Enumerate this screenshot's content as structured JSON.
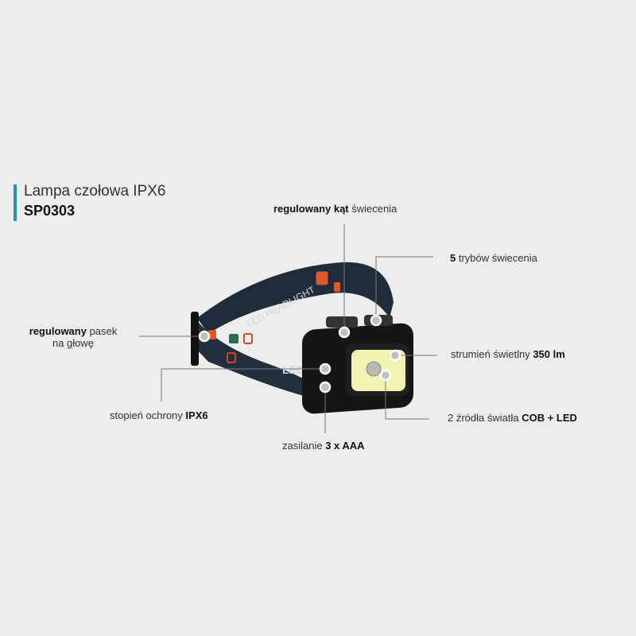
{
  "header": {
    "title": "Lampa czołowa IPX6",
    "code": "SP0303",
    "accent_color": "#1a9aa8"
  },
  "product": {
    "strap_text": "LED HEADLIGHT",
    "side_text": "LED"
  },
  "callouts": {
    "angle": {
      "bold": "regulowany kąt",
      "rest": " świecenia"
    },
    "modes": {
      "bold": "5",
      "rest": " trybów świecenia"
    },
    "strap": {
      "bold": "regulowany",
      "rest": " pasek",
      "line2": "na głowę"
    },
    "lumens": {
      "rest": "strumień świetlny ",
      "bold": "350 lm"
    },
    "ipx": {
      "rest": "stopień ochrony ",
      "bold": "IPX6"
    },
    "sources": {
      "rest": "2 źródła światła ",
      "bold": "COB + LED"
    },
    "power": {
      "rest": "zasilanie ",
      "bold": "3 x AAA"
    }
  }
}
